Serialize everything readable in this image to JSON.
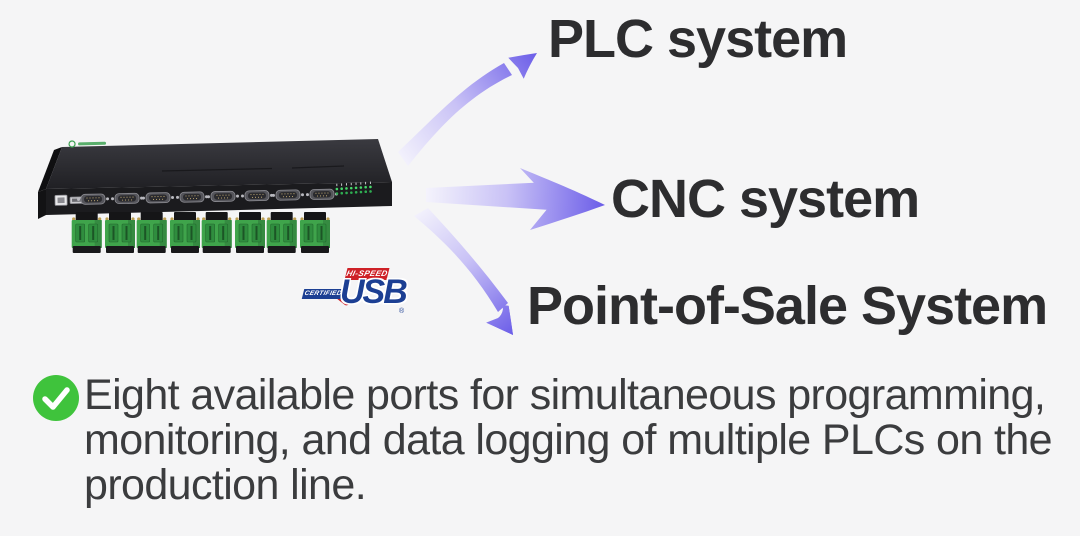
{
  "colors": {
    "background": "#f5f5f6",
    "heading_text": "#2d2d2f",
    "body_text": "#3b3c3e",
    "arrow_tail": "#f4f3fc",
    "arrow_mid": "#c9c2f6",
    "arrow_head": "#6b5de8",
    "check_green": "#3fc33c",
    "usb_red": "#ce2127",
    "usb_blue": "#1c3f93",
    "device_body": "#1b1b1e",
    "device_logo_green": "#3da152",
    "terminal_green": "#3fa44b",
    "led_green": "#46d96a"
  },
  "targets": [
    {
      "label": "PLC system"
    },
    {
      "label": "CNC system"
    },
    {
      "label": "Point-of-Sale System"
    }
  ],
  "usb_logo": {
    "banner": "HI-SPEED",
    "tab": "CERTIFIED",
    "main": "USB",
    "registered": "®"
  },
  "feature": {
    "icon": "check-circle-icon",
    "lines": [
      "Eight available ports for simultaneous programming,",
      "monitoring, and data logging of multiple PLCs on the",
      "production line."
    ]
  }
}
